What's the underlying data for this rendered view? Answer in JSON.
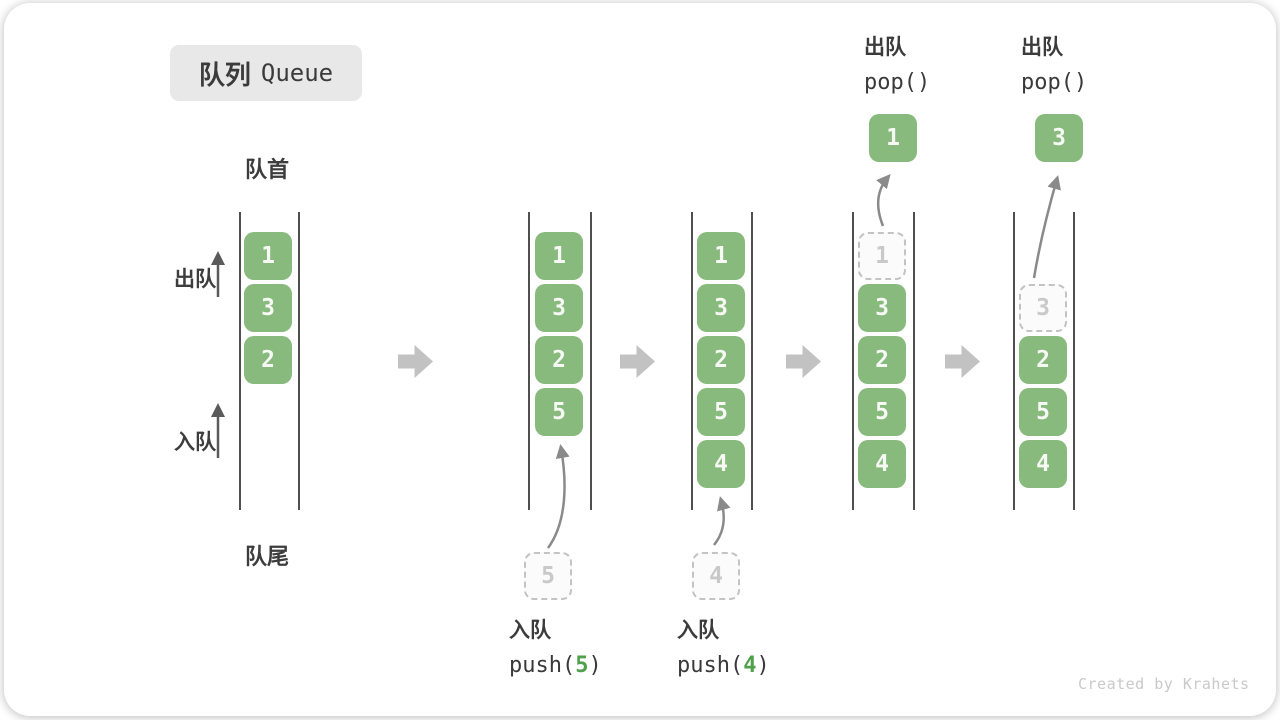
{
  "title": {
    "zh": "队列",
    "en": "Queue"
  },
  "labels": {
    "front": "队首",
    "rear": "队尾",
    "dequeue": "出队",
    "enqueue": "入队"
  },
  "watermark": "Created by Krahets",
  "colors": {
    "cell_green": "#87ba7c",
    "code_green": "#4fa04a",
    "line_gray": "#4f4f4f",
    "block_arrow_gray": "#c2c2c2",
    "curve_arrow_gray": "#8a8a8a",
    "dashed_border_gray": "#c3c3c3",
    "badge_bg": "#e8e8e8",
    "text_dark": "#3b3b3b",
    "watermark_gray": "#c9c9c9"
  },
  "columns": [
    {
      "cells": [
        "1",
        "3",
        "2"
      ]
    },
    {
      "cells": [
        "1",
        "3",
        "2",
        "5"
      ],
      "staged": "5"
    },
    {
      "cells": [
        "1",
        "3",
        "2",
        "5",
        "4"
      ],
      "staged": "4"
    },
    {
      "cells": [
        "1",
        "3",
        "2",
        "5",
        "4"
      ],
      "popped": "1"
    },
    {
      "cells": [
        "3",
        "2",
        "5",
        "4"
      ],
      "popped": "3"
    }
  ],
  "operations": {
    "push5": {
      "action": "入队",
      "fn": "push(",
      "arg": "5",
      "close": ")"
    },
    "push4": {
      "action": "入队",
      "fn": "push(",
      "arg": "4",
      "close": ")"
    },
    "pop1": {
      "action": "出队",
      "code": "pop()"
    },
    "pop2": {
      "action": "出队",
      "code": "pop()"
    }
  }
}
